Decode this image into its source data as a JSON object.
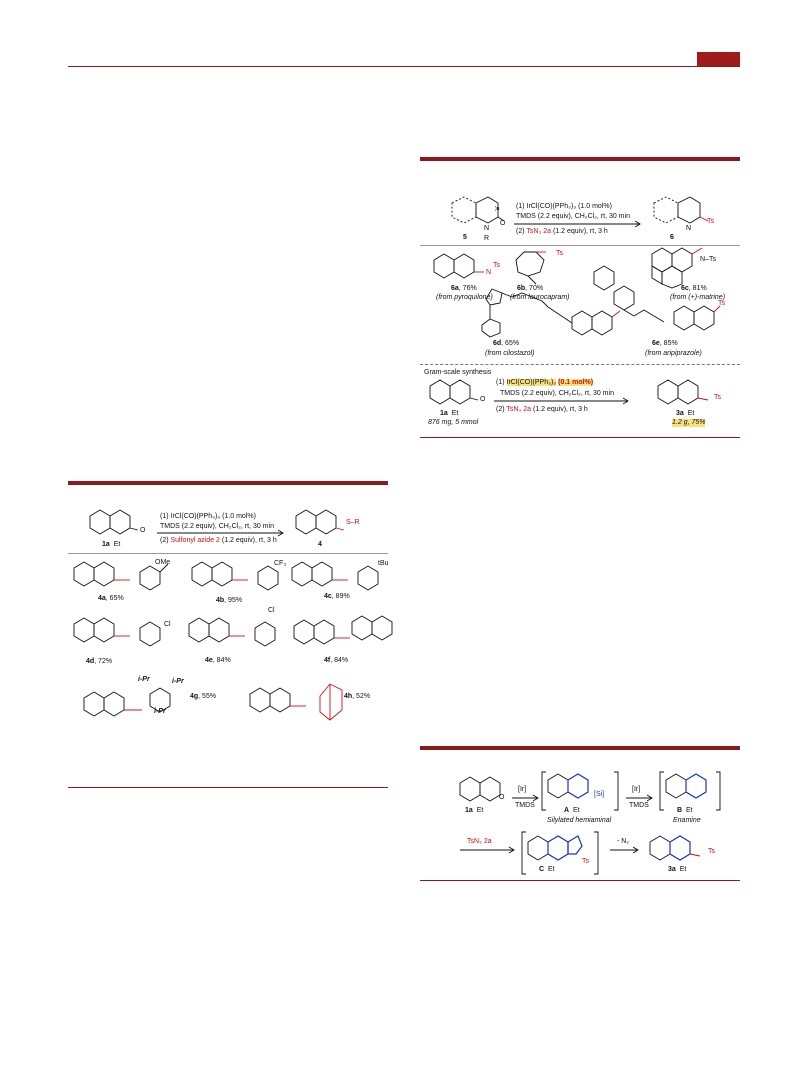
{
  "scheme1": {
    "conditions": {
      "step1": "(1) IrCl(CO)(PPh₃)₃ (1.0 mol%)",
      "tmds": "TMDS (2.2 equiv), CH₂Cl₂, rt, 30 min",
      "step2_prefix": "(2) ",
      "step2_reagent": "TsN₃ 2a",
      "step2_suffix": " (1.2 equiv), rt, 3 h"
    },
    "start_label": "5",
    "product_label": "6",
    "products": [
      {
        "id": "6a",
        "yield": ", 76%",
        "source": "(from pyroquilone)"
      },
      {
        "id": "6b",
        "yield": ", 70%",
        "source": "(from laurocapram)"
      },
      {
        "id": "6c",
        "yield": ", 81%",
        "source": "(from (+)-matrine)"
      },
      {
        "id": "6d",
        "yield": ", 65%",
        "source": "(from cilostazol)"
      },
      {
        "id": "6e",
        "yield": ", 85%",
        "source": "(from aripiprazole)"
      }
    ],
    "gram": {
      "title": "Gram-scale synthesis",
      "step1_prefix": "(1) ",
      "step1_catalyst": "IrCl(CO)(PPh₃)₃",
      "step1_loading": "(0.1 mol%)",
      "tmds": "TMDS (2.2 equiv), CH₂Cl₂, rt, 30 min",
      "step2_prefix": "(2) ",
      "step2_reagent": "TsN₃ 2a",
      "step2_suffix": " (1.2 equiv), rt, 3 h",
      "start_id": "1a",
      "start_amount": "876 mg, 5 mmol",
      "product_id": "3a",
      "product_amount": "1.2 g, 75%"
    }
  },
  "scheme2": {
    "conditions": {
      "step1": "(1) IrCl(CO)(PPh₃)₃ (1.0 mol%)",
      "tmds": "TMDS (2.2 equiv), CH₂Cl₂, rt, 30 min",
      "step2_prefix": "(2) ",
      "step2_reagent": "Sulfonyl azide 2",
      "step2_suffix": " (1.2 equiv), rt, 3 h"
    },
    "start_label": "1a",
    "product_label": "4",
    "products": [
      {
        "id": "4a",
        "yield": ", 65%",
        "sub": "OMe"
      },
      {
        "id": "4b",
        "yield": ", 95%",
        "sub": "CF₃"
      },
      {
        "id": "4c",
        "yield": ", 89%",
        "sub": "tBu"
      },
      {
        "id": "4d",
        "yield": ", 72%",
        "sub": "Cl"
      },
      {
        "id": "4e",
        "yield": ", 84%",
        "sub": "Cl"
      },
      {
        "id": "4f",
        "yield": ", 84%",
        "sub": ""
      },
      {
        "id": "4g",
        "yield": ", 55%",
        "sub": "i-Pr"
      },
      {
        "id": "4h",
        "yield": ", 52%",
        "sub": ""
      }
    ]
  },
  "scheme3": {
    "step1_reagent": "[Ir]",
    "step1_silane": "TMDS",
    "step2_reagent": "[Ir]",
    "step2_silane": "TMDS",
    "azide": "TsN₃ 2a",
    "loss": "- N₂",
    "labels": {
      "start": "1a",
      "A": "A",
      "B": "B",
      "C": "C",
      "product": "3a"
    },
    "captions": {
      "A": "Silylated hemiaminal",
      "B": "Enamine"
    },
    "silyl": "[Si]",
    "et": "Et",
    "ts": "Ts"
  },
  "colors": {
    "rule": "#8b1a1a",
    "red": "#d01010",
    "blue": "#1a33c8",
    "highlight": "#f7e17a"
  }
}
